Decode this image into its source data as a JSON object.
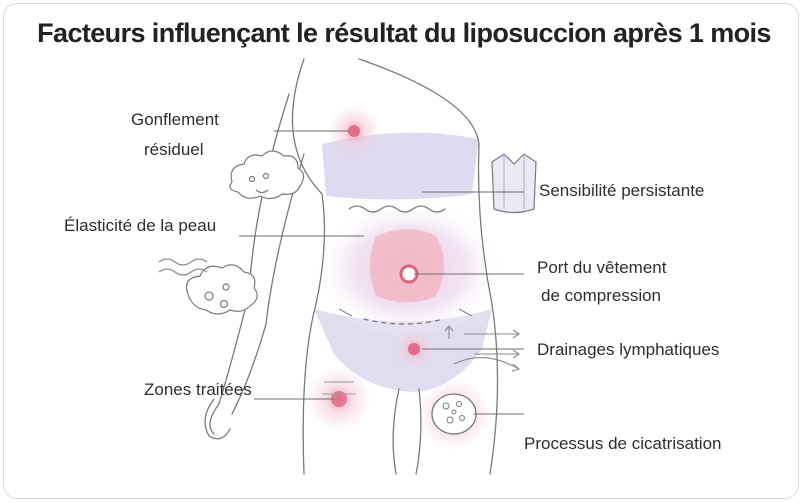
{
  "title": "Facteurs influençant le résultat du liposuccion après 1 mois",
  "labels": {
    "gonflement_line1": "Gonflement",
    "gonflement_line2": "résiduel",
    "elasticite": "Élasticité de la peau",
    "zones": "Zones traitées",
    "sensibilite": "Sensibilité persistante",
    "port_line1": "Port du vêtement",
    "port_line2": "de compression",
    "drainages": "Drainages lymphatiques",
    "processus": "Processus de cicatrisation"
  },
  "colors": {
    "outline": "#7a7a7a",
    "lavender": "#d9d4ec",
    "pink_glow": "#f3c9d6",
    "pink_core": "#e0607e",
    "leader": "#6d6d6d"
  }
}
